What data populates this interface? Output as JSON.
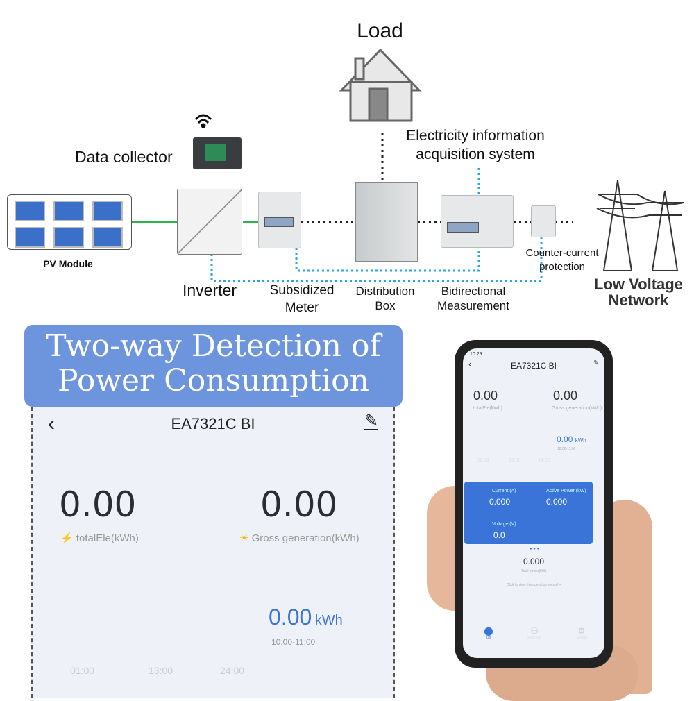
{
  "diagram": {
    "load": "Load",
    "data_collector": "Data collector",
    "electricity_info": [
      "Electricity information",
      "acquisition system"
    ],
    "pv_module": "PV Module",
    "inverter": "Inverter",
    "subsidized_meter": [
      "Subsidized",
      "Meter"
    ],
    "distribution_box": [
      "Distribution",
      "Box"
    ],
    "bidirectional": [
      "Bidirectional",
      "Measurement"
    ],
    "counter_current": [
      "Counter-current",
      "protection"
    ],
    "low_voltage": [
      "Low Voltage",
      "Network"
    ]
  },
  "banner": [
    "Two-way Detection of",
    "Power Consumption"
  ],
  "app": {
    "title": "EA7321C  BI",
    "total_value": "0.00",
    "total_label": "totalEle(kWh)",
    "gross_value": "0.00",
    "gross_label": "Gross  generation(kWh)",
    "hour_value": "0.00",
    "hour_unit": "kWh",
    "hour_range": "10:00-11:00",
    "ticks": [
      "01:00",
      "13:00",
      "24:00"
    ]
  },
  "phone": {
    "time": "10:29",
    "current_label": "Current (A)",
    "current_value": "0.000",
    "power_label": "Active Power (kW)",
    "power_value": "0.000",
    "voltage_label": "Voltage (V)",
    "voltage_value": "0.0",
    "total_power_value": "0.000",
    "total_power_label": "Total power(kW)",
    "record_link": "Click to view the operation record >",
    "nav": [
      "On",
      "Expense",
      "Setting"
    ]
  },
  "colors": {
    "green": "#2db34a",
    "blue_dots": "#2aa5e0",
    "banner": "#6d95dd",
    "card": "#3a74d9",
    "accent": "#3a74d9"
  }
}
